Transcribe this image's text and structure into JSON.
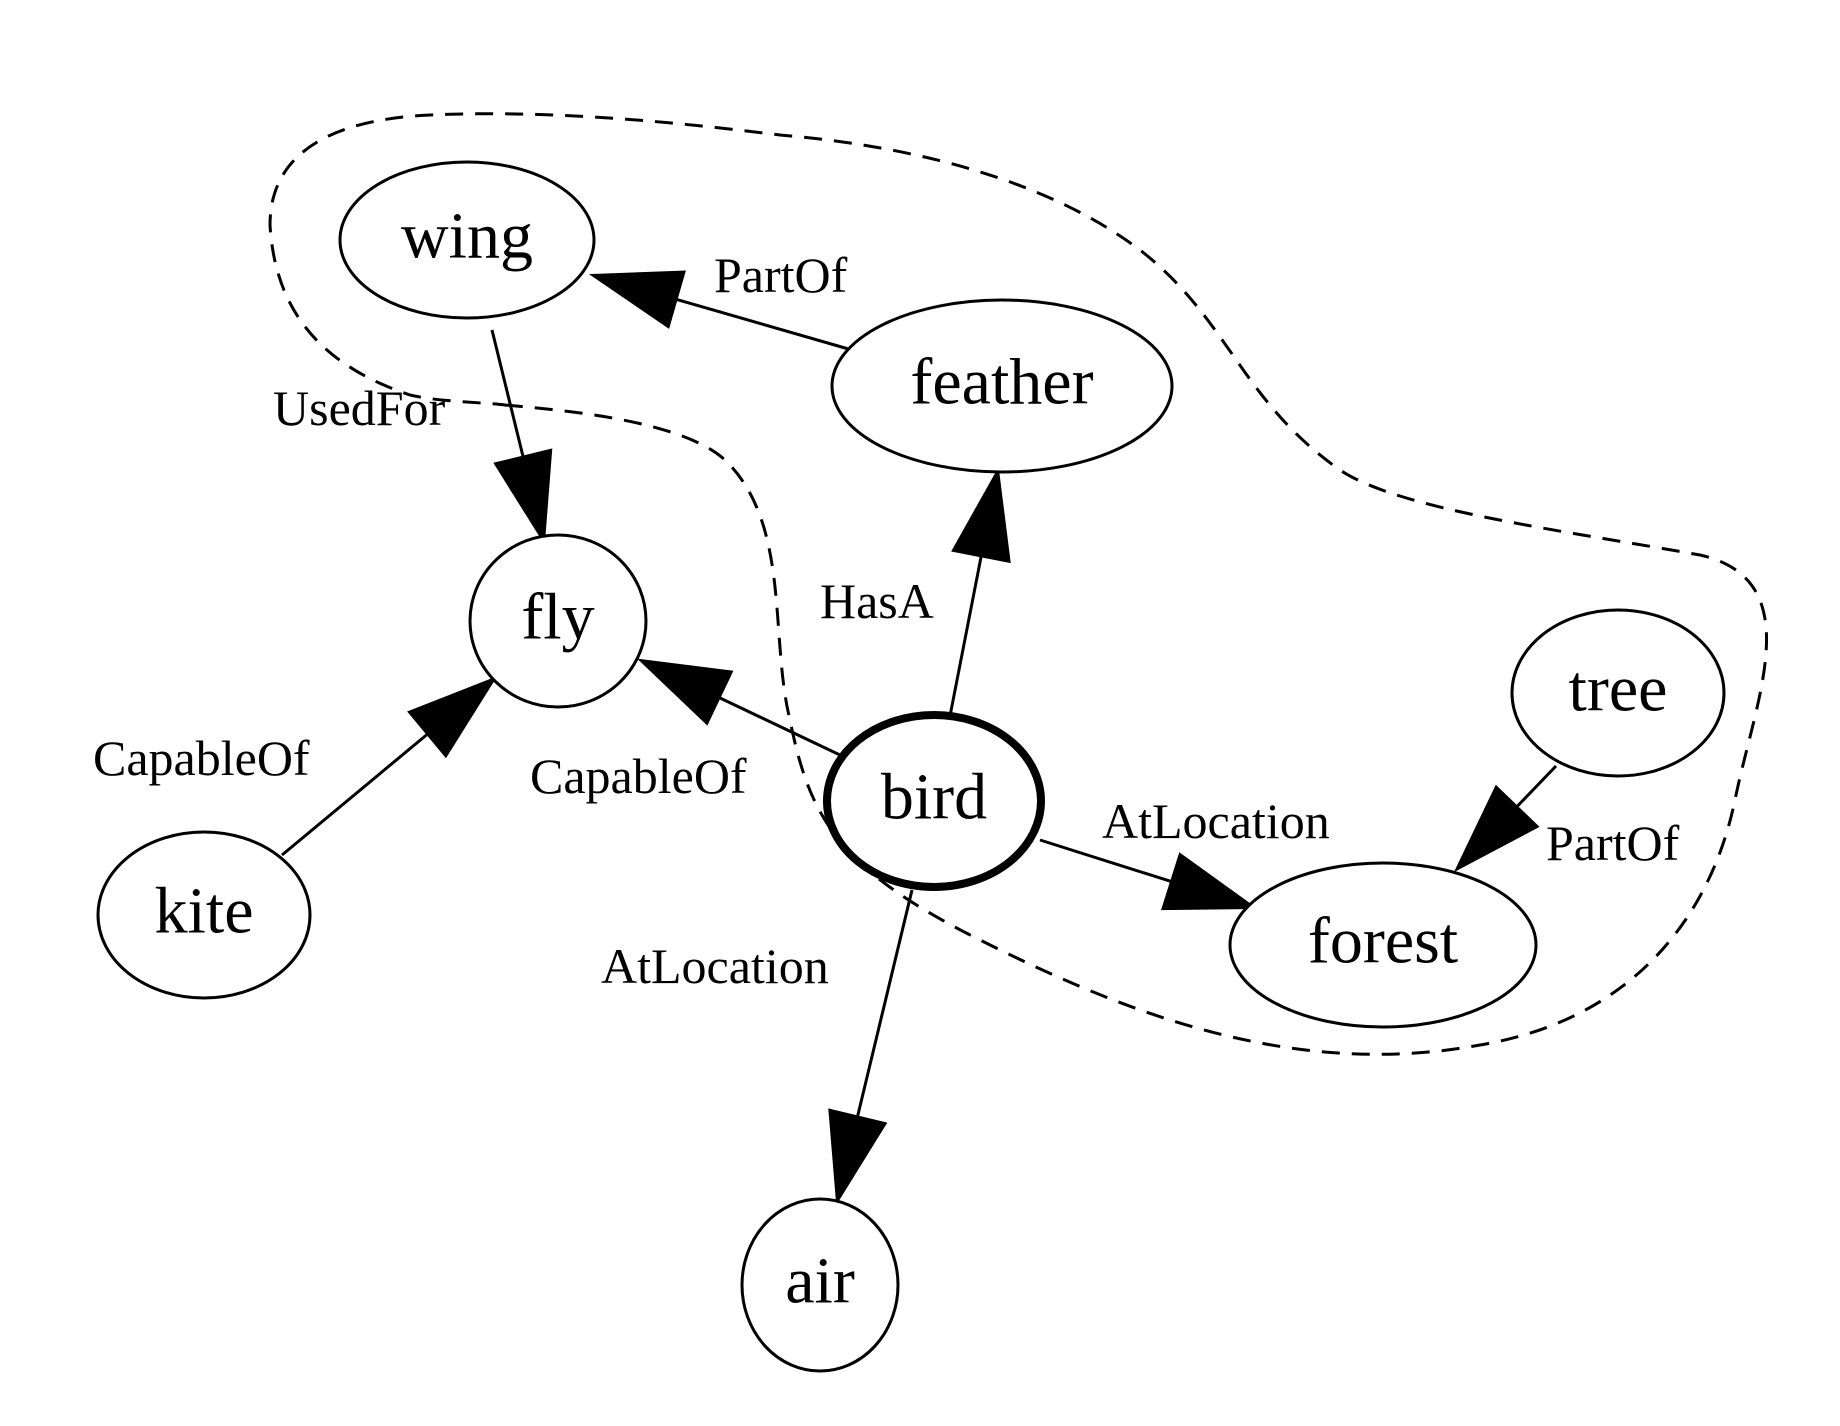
{
  "graph": {
    "focus_node": "bird",
    "nodes": [
      {
        "id": "wing",
        "label": "wing"
      },
      {
        "id": "feather",
        "label": "feather"
      },
      {
        "id": "fly",
        "label": "fly"
      },
      {
        "id": "bird",
        "label": "bird"
      },
      {
        "id": "tree",
        "label": "tree"
      },
      {
        "id": "kite",
        "label": "kite"
      },
      {
        "id": "forest",
        "label": "forest"
      },
      {
        "id": "air",
        "label": "air"
      }
    ],
    "edges": [
      {
        "id": "feather-wing",
        "source": "feather",
        "target": "wing",
        "label": "PartOf"
      },
      {
        "id": "wing-fly",
        "source": "wing",
        "target": "fly",
        "label": "UsedFor"
      },
      {
        "id": "bird-feather",
        "source": "bird",
        "target": "feather",
        "label": "HasA"
      },
      {
        "id": "bird-fly",
        "source": "bird",
        "target": "fly",
        "label": "CapableOf"
      },
      {
        "id": "kite-fly",
        "source": "kite",
        "target": "fly",
        "label": "CapableOf"
      },
      {
        "id": "bird-forest",
        "source": "bird",
        "target": "forest",
        "label": "AtLocation"
      },
      {
        "id": "tree-forest",
        "source": "tree",
        "target": "forest",
        "label": "PartOf"
      },
      {
        "id": "bird-air",
        "source": "bird",
        "target": "air",
        "label": "AtLocation"
      }
    ]
  },
  "style": {
    "stroke_color": "#000000",
    "background_color": "#ffffff",
    "cluster_outline": "dashed"
  }
}
